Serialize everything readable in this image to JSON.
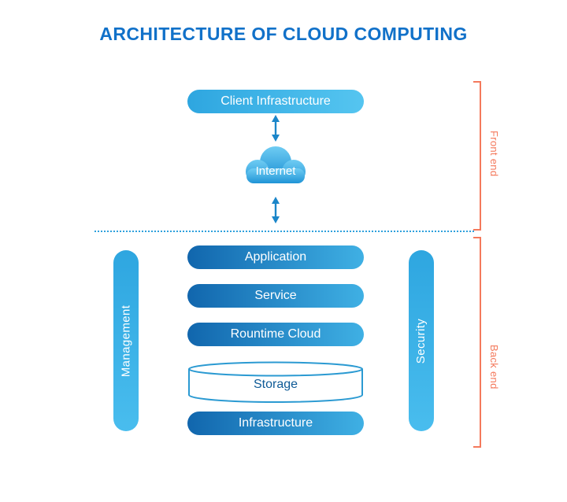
{
  "title": "ARCHITECTURE OF CLOUD COMPUTING",
  "front_end": {
    "bracket_label": "Front end",
    "client_infrastructure": "Client Infrastructure",
    "internet": "Internet"
  },
  "back_end": {
    "bracket_label": "Back end",
    "management": "Management",
    "security": "Security",
    "layers": [
      "Application",
      "Service",
      "Rountime Cloud",
      "Storage",
      "Infrastructure"
    ]
  },
  "icons": {
    "cloud": "cloud-icon",
    "arrow": "double-headed-arrow-icon",
    "storage": "cylinder-icon"
  },
  "colors": {
    "title_blue": "#1171c9",
    "pill_light_blue": "#38b2e6",
    "box_gradient_start": "#1166ad",
    "box_gradient_end": "#3fb0e4",
    "bracket_orange": "#f4795c",
    "divider_blue": "#2fa1dd",
    "storage_text_blue": "#0e5a96"
  }
}
